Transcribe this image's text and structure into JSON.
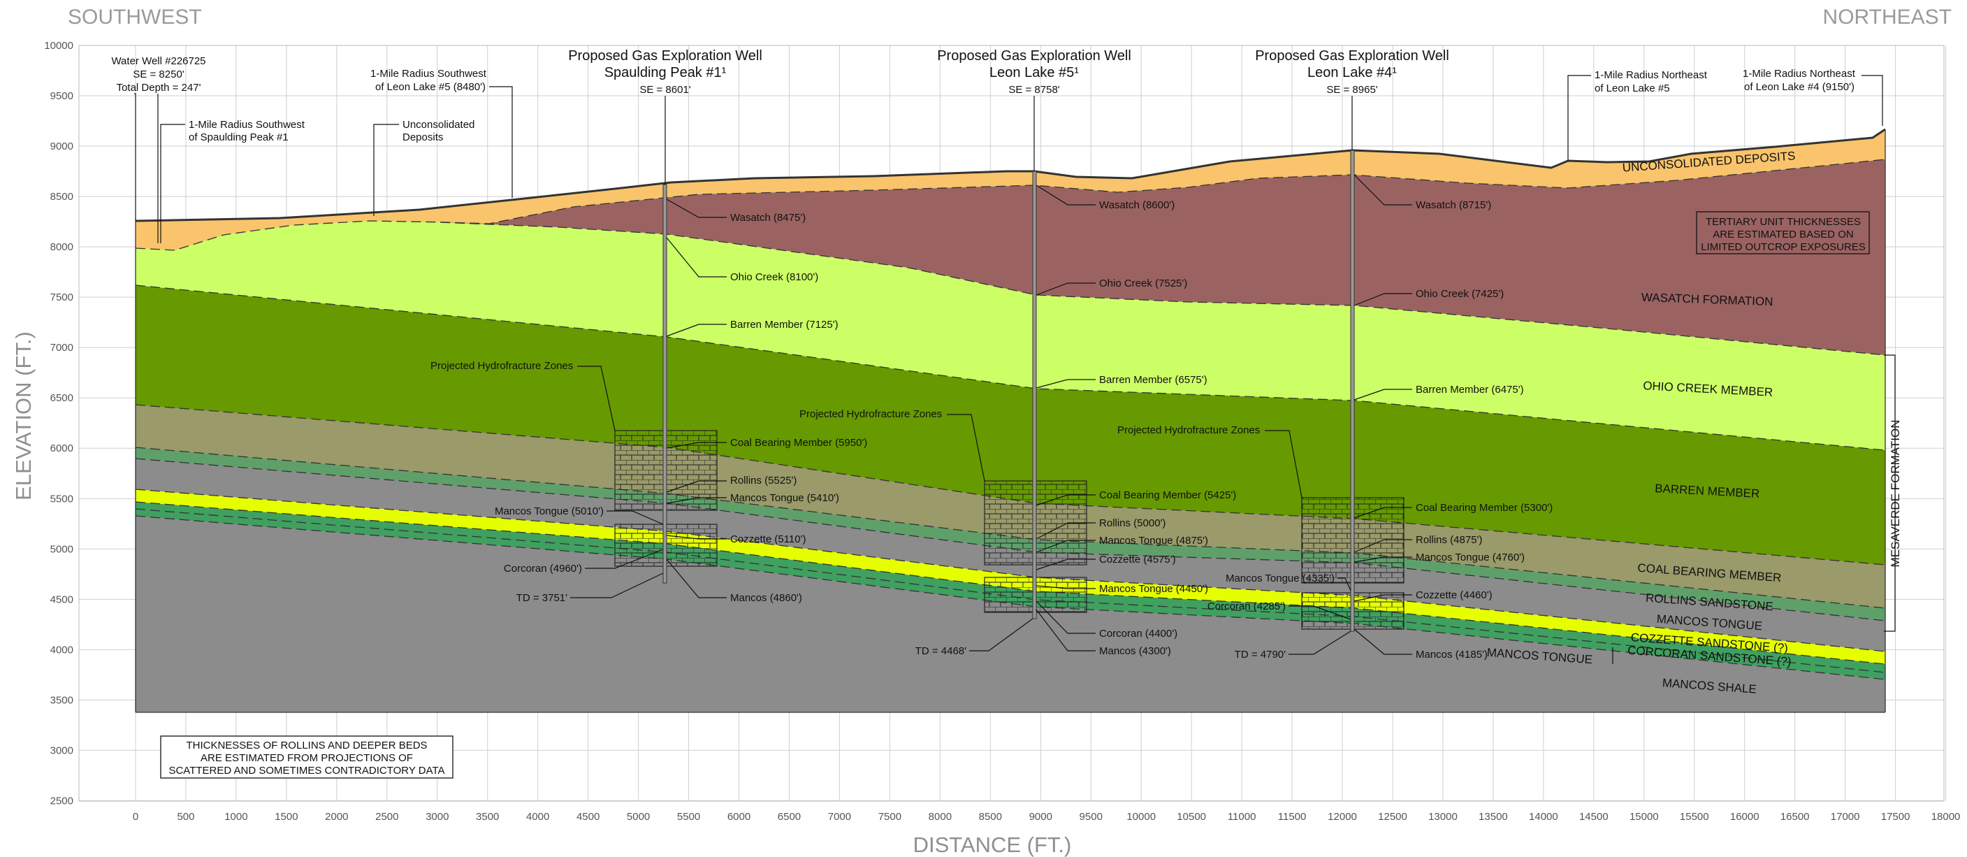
{
  "header": {
    "left_direction": "SOUTHWEST",
    "right_direction": "NORTHEAST"
  },
  "axes": {
    "y_label": "ELEVATION (FT.)",
    "x_label": "DISTANCE (FT.)",
    "y_ticks": [
      "10000",
      "9500",
      "9000",
      "8500",
      "8000",
      "7500",
      "7000",
      "6500",
      "6000",
      "5500",
      "5000",
      "4500",
      "4000",
      "3500",
      "3000",
      "2500"
    ],
    "x_ticks": [
      "0",
      "500",
      "1000",
      "1500",
      "2000",
      "2500",
      "3000",
      "3500",
      "4000",
      "4500",
      "5000",
      "5500",
      "6000",
      "6500",
      "7000",
      "7500",
      "8000",
      "8500",
      "9000",
      "9500",
      "10000",
      "10500",
      "11000",
      "11500",
      "12000",
      "12500",
      "13000",
      "13500",
      "14000",
      "14500",
      "15000",
      "15500",
      "16000",
      "16500",
      "17000",
      "17500",
      "18000"
    ]
  },
  "wells": {
    "well1": {
      "title1": "Proposed Gas Exploration Well",
      "title2": "Spaulding Peak #1¹",
      "se": "SE = 8601'",
      "distance_ft": 5300,
      "surface_ft": 8601,
      "td_ft": 3751
    },
    "well2": {
      "title1": "Proposed Gas Exploration Well",
      "title2": "Leon Lake #5¹",
      "se": "SE = 8758'",
      "distance_ft": 9000,
      "surface_ft": 8758,
      "td_ft": 4468
    },
    "well3": {
      "title1": "Proposed Gas Exploration Well",
      "title2": "Leon Lake #4¹",
      "se": "SE = 8965'",
      "distance_ft": 12150,
      "surface_ft": 8965,
      "td_ft": 4790
    }
  },
  "water_well": {
    "line1": "Water Well #226725",
    "line2": "SE = 8250'",
    "line3": "Total Depth = 247'",
    "distance_ft": 250
  },
  "surface_labels": {
    "sw_spaulding_1": "1-Mile Radius Southwest",
    "sw_spaulding_2": "of Spaulding Peak #1",
    "sw_leon5_1": "1-Mile Radius Southwest",
    "sw_leon5_2": "of Leon Lake #5 (8480')",
    "unconsolidated_1": "Unconsolidated",
    "unconsolidated_2": "Deposits",
    "ne_leon5_1": "1-Mile Radius Northeast",
    "ne_leon5_2": "of Leon Lake #5",
    "ne_leon4_1": "1-Mile Radius Northeast",
    "ne_leon4_2": "of Leon Lake #4 (9150')"
  },
  "well1_picks": {
    "wasatch": "Wasatch (8475')",
    "ohio_creek": "Ohio Creek (8100')",
    "barren": "Barren Member (7125')",
    "hydro": "Projected Hydrofracture Zones",
    "coal": "Coal Bearing Member (5950')",
    "rollins": "Rollins (5525')",
    "mancos_tongue": "Mancos Tongue (5410')",
    "mancos_tongue_left": "Mancos Tongue (5010')",
    "cozzette": "Cozzette (5110')",
    "corcoran": "Corcoran (4960')",
    "td": "TD = 3751'",
    "mancos": "Mancos (4860')"
  },
  "well2_picks": {
    "wasatch": "Wasatch (8600')",
    "ohio_creek": "Ohio Creek (7525')",
    "barren": "Barren Member (6575')",
    "hydro": "Projected Hydrofracture Zones",
    "coal": "Coal Bearing Member (5425')",
    "rollins": "Rollins (5000')",
    "mancos_tongue": "Mancos Tongue (4875')",
    "cozzette": "Cozzette (4575')",
    "mancos_tongue2": "Mancos Tongue (4450')",
    "corcoran": "Corcoran (4400')",
    "mancos": "Mancos (4300')",
    "td": "TD = 4468'"
  },
  "well3_picks": {
    "wasatch": "Wasatch (8715')",
    "ohio_creek": "Ohio Creek (7425')",
    "barren": "Barren Member (6475')",
    "hydro": "Projected Hydrofracture Zones",
    "coal": "Coal Bearing Member (5300')",
    "rollins": "Rollins (4875')",
    "mancos_tongue": "Mancos Tongue (4760')",
    "mancos_tongue_left": "Mancos Tongue (4335')",
    "cozzette": "Cozzette (4460')",
    "corcoran": "Corcoran (4285')",
    "mancos": "Mancos (4185')",
    "td": "TD = 4790'"
  },
  "units": {
    "unconsolidated": "UNCONSOLIDATED DEPOSITS",
    "wasatch": "WASATCH FORMATION",
    "ohio_creek": "OHIO CREEK MEMBER",
    "barren": "BARREN MEMBER",
    "coal": "COAL BEARING MEMBER",
    "rollins": "ROLLINS SANDSTONE",
    "mancos_tongue_right": "MANCOS TONGUE",
    "cozzette": "COZZETTE SANDSTONE (?)",
    "corcoran": "CORCORAN SANDSTONE (?)",
    "mancos_tongue_center": "MANCOS TONGUE",
    "mancos_shale": "MANCOS SHALE",
    "mesaverde": "MESAVERDE FORMATION"
  },
  "notes": {
    "tertiary_1": "TERTIARY UNIT THICKNESSES",
    "tertiary_2": "ARE ESTIMATED BASED ON",
    "tertiary_3": "LIMITED OUTCROP EXPOSURES",
    "rollins_1": "THICKNESSES OF ROLLINS AND DEEPER BEDS",
    "rollins_2": "ARE ESTIMATED FROM PROJECTIONS OF",
    "rollins_3": "SCATTERED AND SOMETIMES CONTRADICTORY DATA"
  },
  "colors": {
    "unconsolidated": "#f9c46b",
    "wasatch": "#9a6362",
    "ohio_creek": "#ccff66",
    "barren": "#669a00",
    "coal": "#9a9a6a",
    "rollins": "#5fa06a",
    "mancos": "#8c8c8c",
    "cozzette": "#e6ff00",
    "corcoran": "#3fa060"
  }
}
